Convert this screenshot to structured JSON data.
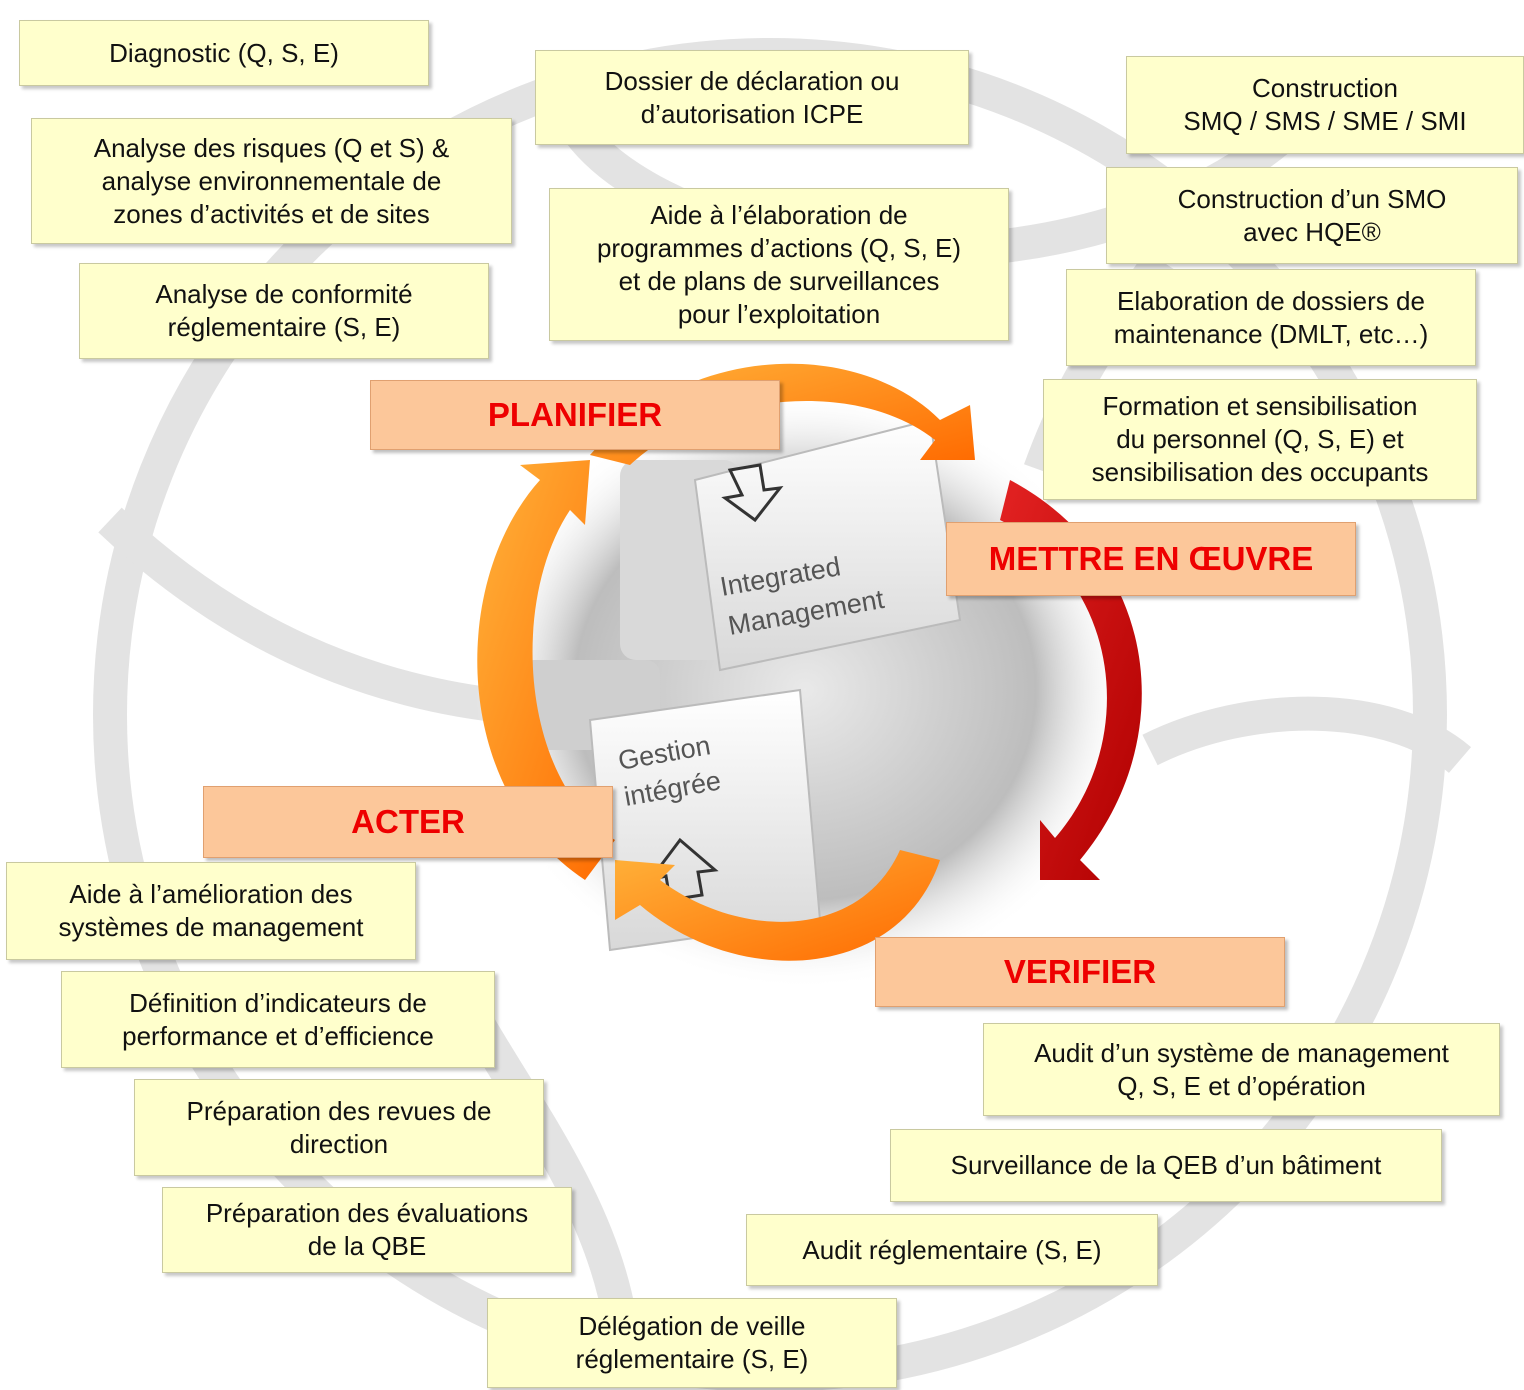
{
  "colors": {
    "box_fill": "#ffffcc",
    "phase_fill": "#fcc79a",
    "phase_text": "#ee0000",
    "arrow_orange": "#ff8a1a",
    "arrow_red": "#cc0000",
    "background_ring": "#dcdcdc"
  },
  "phases": {
    "planifier": "PLANIFIER",
    "mettre": "METTRE EN ŒUVRE",
    "verifier": "VERIFIER",
    "acter": "ACTER"
  },
  "keys": {
    "top_line1": "Integrated",
    "top_line2": "Management",
    "bottom_line1": "Gestion",
    "bottom_line2": "intégrée"
  },
  "boxes": {
    "diagnostic": "Diagnostic (Q, S, E)",
    "analyse_risques": "Analyse des risques (Q et S) &\nanalyse environnementale de\nzones d’activités et de sites",
    "analyse_conformite": "Analyse de conformité\nréglementaire (S, E)",
    "dossier_icpe": "Dossier de déclaration ou\nd’autorisation ICPE",
    "aide_elaboration": "Aide à l’élaboration de\nprogrammes d’actions (Q, S, E)\net de plans de surveillances\npour l’exploitation",
    "construction_smq": "Construction\nSMQ / SMS / SME / SMI",
    "construction_smo": "Construction d’un SMO\navec HQE®",
    "elaboration_dossiers": "Elaboration de dossiers de\nmaintenance (DMLT, etc…)",
    "formation": "Formation et sensibilisation\ndu personnel (Q, S, E) et\nsensibilisation des occupants",
    "aide_amelioration": "Aide à l’amélioration des\nsystèmes de management",
    "definition_indicateurs": "Définition d’indicateurs de\nperformance et d’efficience",
    "preparation_revues": "Préparation des revues de\ndirection",
    "preparation_evaluations": "Préparation des évaluations\nde la QBE",
    "delegation_veille": "Délégation de veille\nréglementaire (S, E)",
    "audit_systeme": "Audit d’un système de management\nQ, S, E et d’opération",
    "surveillance_qeb": "Surveillance de la QEB d’un bâtiment",
    "audit_reglementaire": "Audit réglementaire (S, E)"
  }
}
